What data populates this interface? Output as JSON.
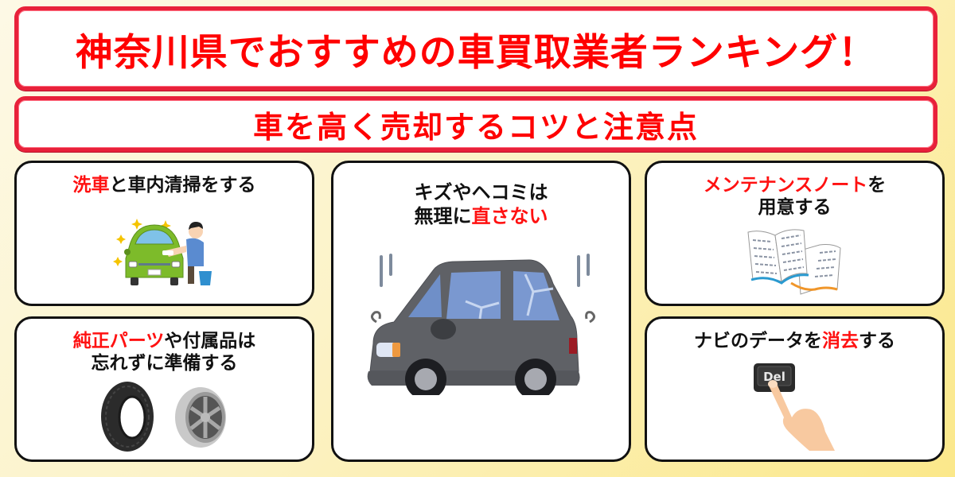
{
  "header": {
    "title": "神奈川県でおすすめの車買取業者ランキング！",
    "subtitle": "車を高く売却するコツと注意点"
  },
  "colors": {
    "accent_red": "#ff0000",
    "banner_border": "#e8213a",
    "card_border": "#111111",
    "background_start": "#fdf9e6",
    "background_end": "#fbe88a"
  },
  "tips": [
    {
      "id": "wash",
      "lines": [
        [
          {
            "text": "洗車",
            "highlight": true
          },
          {
            "text": "と車内清掃をする",
            "highlight": false
          }
        ]
      ],
      "illustration": "car-washing-icon"
    },
    {
      "id": "parts",
      "lines": [
        [
          {
            "text": "純正パーツ",
            "highlight": true
          },
          {
            "text": "や付属品は",
            "highlight": false
          }
        ],
        [
          {
            "text": "忘れずに準備する",
            "highlight": false
          }
        ]
      ],
      "illustration": "tire-and-wheel-icon"
    },
    {
      "id": "scratches",
      "lines": [
        [
          {
            "text": "キズやヘコミは",
            "highlight": false
          }
        ],
        [
          {
            "text": "無理に",
            "highlight": false
          },
          {
            "text": "直さない",
            "highlight": true
          }
        ]
      ],
      "illustration": "damaged-car-icon"
    },
    {
      "id": "maintenance",
      "lines": [
        [
          {
            "text": "メンテナンスノート",
            "highlight": true
          },
          {
            "text": "を",
            "highlight": false
          }
        ],
        [
          {
            "text": "用意する",
            "highlight": false
          }
        ]
      ],
      "illustration": "notebook-icon"
    },
    {
      "id": "navi",
      "lines": [
        [
          {
            "text": "ナビのデータを",
            "highlight": false
          },
          {
            "text": "消去",
            "highlight": true
          },
          {
            "text": "する",
            "highlight": false
          }
        ]
      ],
      "illustration": "delete-key-icon",
      "key_label": "Del"
    }
  ]
}
